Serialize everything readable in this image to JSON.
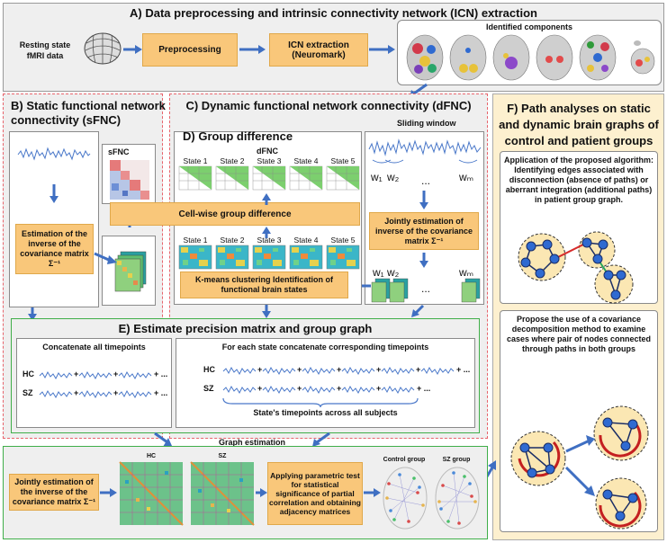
{
  "panel_a": {
    "title": "A) Data preprocessing and intrinsic connectivity network (ICN) extraction",
    "input_label": "Resting state fMRI data",
    "preprocessing": "Preprocessing",
    "ica": "ICN extraction (Neuromark)",
    "components_label": "Identified components"
  },
  "panel_b": {
    "title": "B) Static functional network connectivity (sFNC)",
    "estimation": "Estimation of the inverse of the covariance matrix Σ⁻¹",
    "sfnc_label": "sFNC"
  },
  "panel_c": {
    "title": "C) Dynamic functional network connectivity (dFNC)",
    "sliding_window": "Sliding window",
    "w1": "w₁",
    "w2": "w₂",
    "dots": "...",
    "wm": "wₘ",
    "joint_estimation": "Jointly estimation of inverse of the covariance matrix Σ⁻¹",
    "kmeans": "K-means clustering Identification of functional brain states"
  },
  "panel_d": {
    "title": "D) Group difference",
    "dfnc_label": "dFNC",
    "states": [
      "State 1",
      "State 2",
      "State 3",
      "State 4",
      "State 5"
    ],
    "cellwise": "Cell-wise group difference"
  },
  "panel_e": {
    "title": "E) Estimate precision matrix and group graph",
    "concat_all": "Concatenate all timepoints",
    "concat_state": "For each state concatenate corresponding timepoints",
    "hc": "HC",
    "sz": "SZ",
    "plus": "+",
    "ellipsis": "+ ...",
    "state_timepoints": "State's timepoints across all subjects",
    "graph_estimation": "Graph estimation",
    "joint_estimation": "Jointly estimation of the inverse of the covariance matrix Σ⁻¹",
    "hc_matrix": "HC",
    "sz_matrix": "SZ",
    "parametric": "Applying parametric test for statistical significance of partial correlation and obtaining adjacency matrices",
    "control_group": "Control group",
    "sz_group": "SZ group"
  },
  "panel_f": {
    "title": "F) Path analyses on static and dynamic brain graphs of control and patient groups",
    "box1": "Application of the proposed algorithm: Identifying edges associated with disconnection (absence of paths) or aberrant integration (additional paths) in patient group graph.",
    "box2": "Propose the use of a covariance decomposition method to examine cases where pair of nodes connected through paths in both groups"
  },
  "colors": {
    "orange": "#f9c77a",
    "red_dash": "#e8636b",
    "green_border": "#3fae49",
    "arrow_blue": "#3f6fc2",
    "signal_blue": "#4a78c9",
    "panel_f_bg": "#fdf0cf"
  }
}
